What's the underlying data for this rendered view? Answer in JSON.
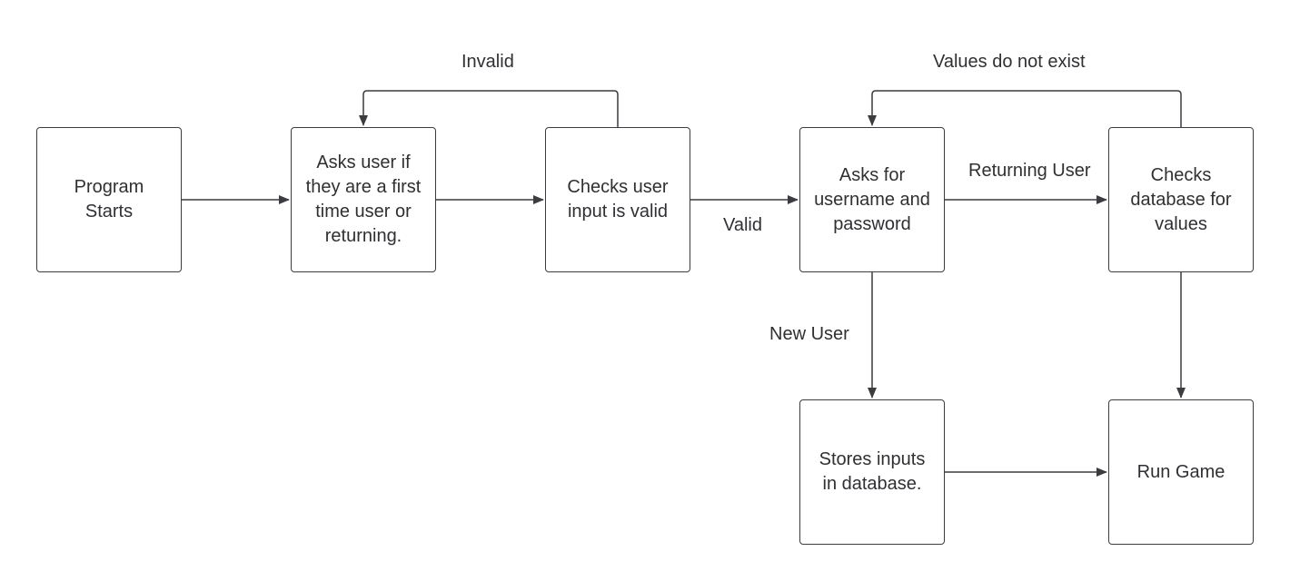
{
  "nodes": {
    "program_starts": "Program\nStarts",
    "asks_user_type": "Asks user if\nthey are a first\ntime user or\nreturning.",
    "checks_input": "Checks user\ninput is valid",
    "asks_credentials": "Asks for\nusername and\npassword",
    "checks_database": "Checks\ndatabase for\nvalues",
    "stores_inputs": "Stores inputs\nin database.",
    "run_game": "Run Game"
  },
  "edges": {
    "invalid": "Invalid",
    "valid": "Valid",
    "values_do_not_exist": "Values do not exist",
    "returning_user": "Returning User",
    "new_user": "New User"
  },
  "colors": {
    "stroke": "#3a3c40",
    "text": "#2f3033",
    "background": "#ffffff"
  }
}
